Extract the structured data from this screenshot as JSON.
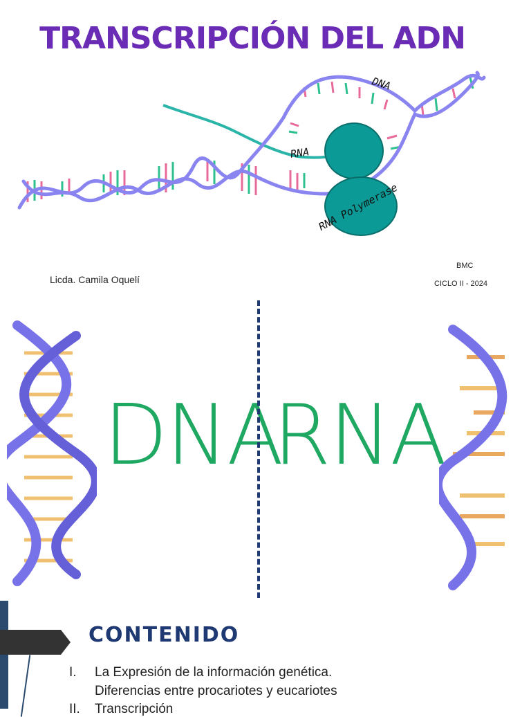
{
  "slide1": {
    "title": "TRANSCRIPCIÓN DEL ADN",
    "author": "Licda. Camila Oquelí",
    "course": "BMC",
    "cycle": "CICLO II - 2024",
    "illustration_labels": {
      "dna": "DNA",
      "rna": "RNA",
      "polymerase": "RNA Polymerase"
    }
  },
  "slide2": {
    "left_word": "DNA",
    "right_word": "RNA"
  },
  "slide3": {
    "heading": "CONTENIDO",
    "items": [
      {
        "numeral": "I.",
        "text": "La Expresión de la información genética.",
        "text2": "Diferencias entre procariotes y eucariotes"
      },
      {
        "numeral": "II.",
        "text": "Transcripción"
      }
    ]
  },
  "colors": {
    "title": "#6a2bb5",
    "strand": "#8a84f0",
    "polymerase": "#0c9a96",
    "green_word": "#1fa862",
    "heading": "#1f3a73"
  }
}
